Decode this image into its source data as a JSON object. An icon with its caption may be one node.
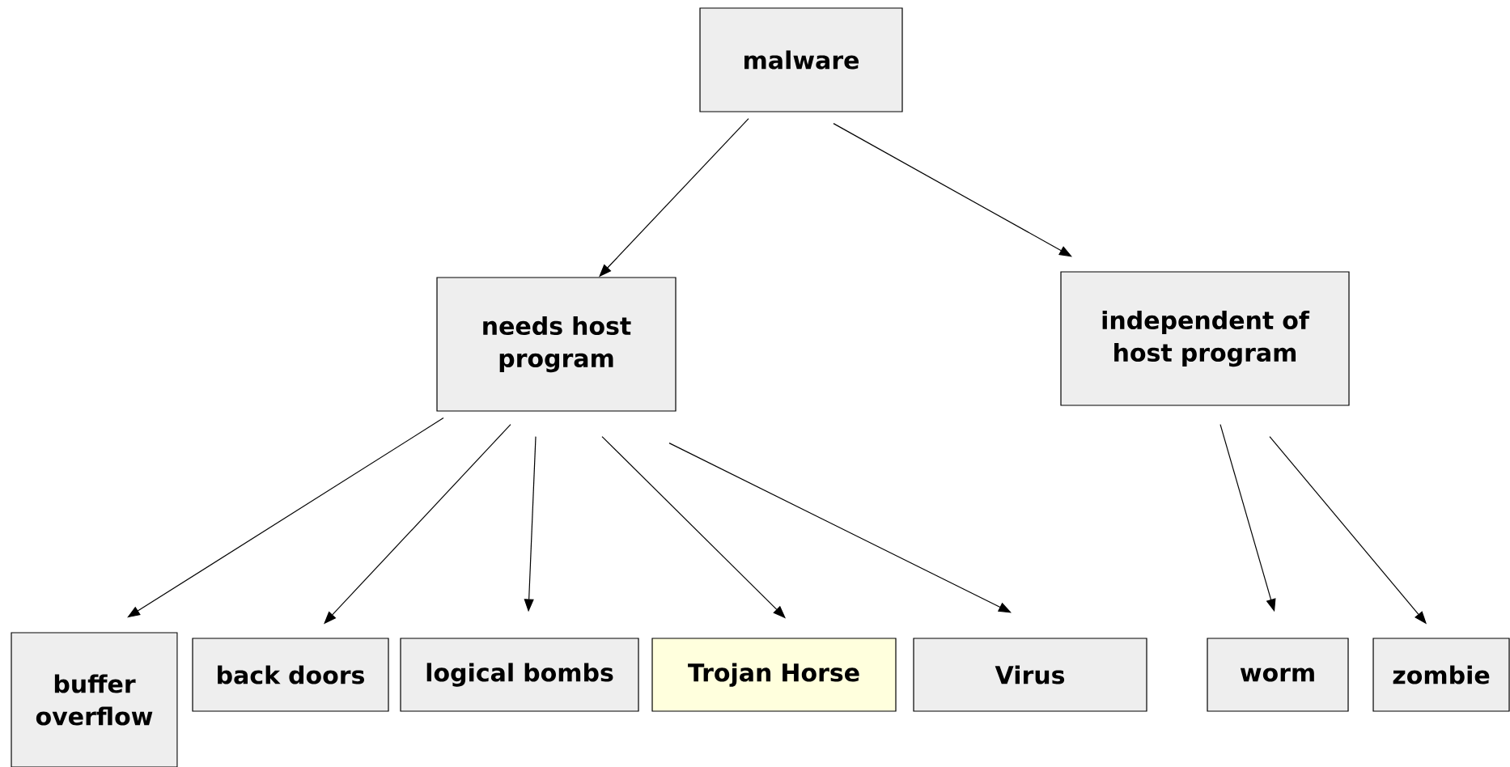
{
  "diagram": {
    "nodes": [
      {
        "text": [
          "malware"
        ]
      },
      {
        "text": [
          "needs host program"
        ]
      },
      {
        "text": [
          "independent of host program"
        ]
      },
      {
        "text": [
          "buffer overflow"
        ]
      },
      {
        "text": [
          "back doors"
        ]
      },
      {
        "text": [
          "logical bombs"
        ]
      },
      {
        "text": [
          "Trojan Horse"
        ]
      },
      {
        "text": [
          "Virus"
        ]
      },
      {
        "text": [
          "worm"
        ]
      },
      {
        "text": [
          "zombie"
        ]
      }
    ],
    "edges": [
      {
        "from": 0,
        "to": 1,
        "arrow": "to"
      },
      {
        "from": 0,
        "to": 2,
        "arrow": "to"
      },
      {
        "from": 1,
        "to": 3,
        "arrow": "to"
      },
      {
        "from": 1,
        "to": 4,
        "arrow": "to"
      },
      {
        "from": 1,
        "to": 5,
        "arrow": "to"
      },
      {
        "from": 1,
        "to": 6,
        "arrow": "to"
      },
      {
        "from": 1,
        "to": 7,
        "arrow": "to"
      },
      {
        "from": 2,
        "to": 8,
        "arrow": "to"
      },
      {
        "from": 2,
        "to": 9,
        "arrow": "to"
      }
    ]
  }
}
